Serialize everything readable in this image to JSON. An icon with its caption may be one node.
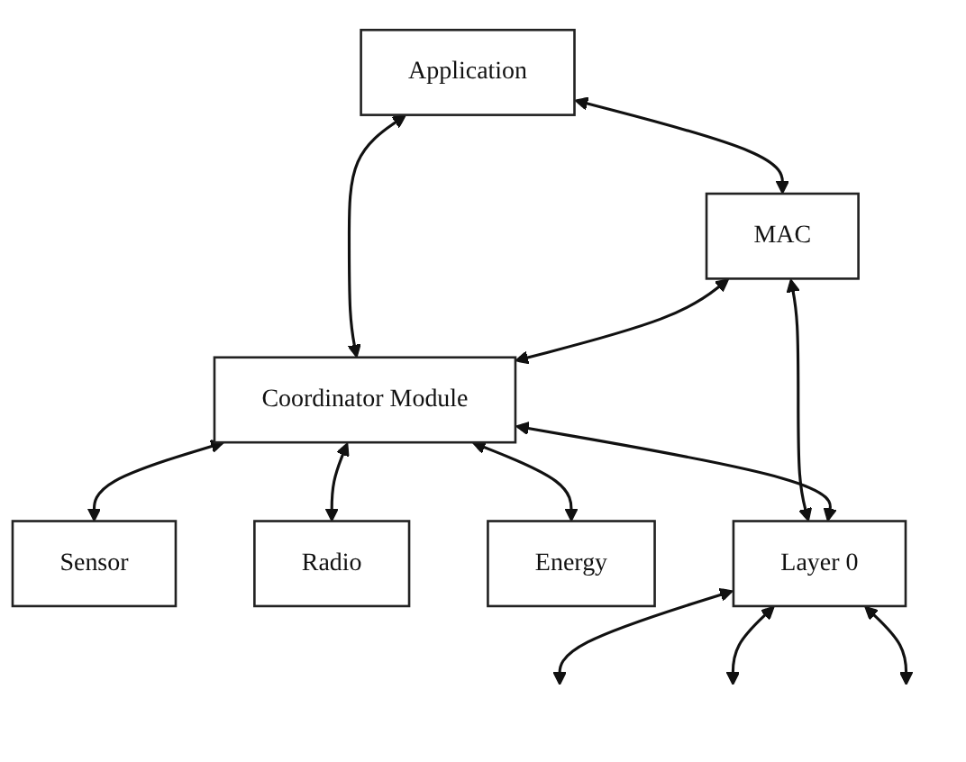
{
  "diagram": {
    "nodes": [
      {
        "text": [
          "Application"
        ]
      },
      {
        "text": [
          "MAC"
        ]
      },
      {
        "text": [
          "Coordinator Module"
        ]
      },
      {
        "text": [
          "Sensor"
        ]
      },
      {
        "text": [
          "Radio"
        ]
      },
      {
        "text": [
          "Energy"
        ]
      },
      {
        "text": [
          "Layer 0"
        ]
      }
    ],
    "edges": [
      {
        "from": 0,
        "to": 1,
        "arrow": "both"
      },
      {
        "from": 0,
        "to": 2,
        "arrow": "both"
      },
      {
        "from": 1,
        "to": 2,
        "arrow": "both"
      },
      {
        "from": 2,
        "to": 3,
        "arrow": "both"
      },
      {
        "from": 2,
        "to": 4,
        "arrow": "both"
      },
      {
        "from": 2,
        "to": 5,
        "arrow": "both"
      },
      {
        "from": 1,
        "to": 6,
        "arrow": "both"
      },
      {
        "from": 2,
        "to": 6,
        "arrow": "both"
      },
      {
        "from": 6,
        "to": null,
        "arrow": "both"
      },
      {
        "from": 6,
        "to": null,
        "arrow": "both"
      },
      {
        "from": 6,
        "to": null,
        "arrow": "both"
      }
    ]
  }
}
